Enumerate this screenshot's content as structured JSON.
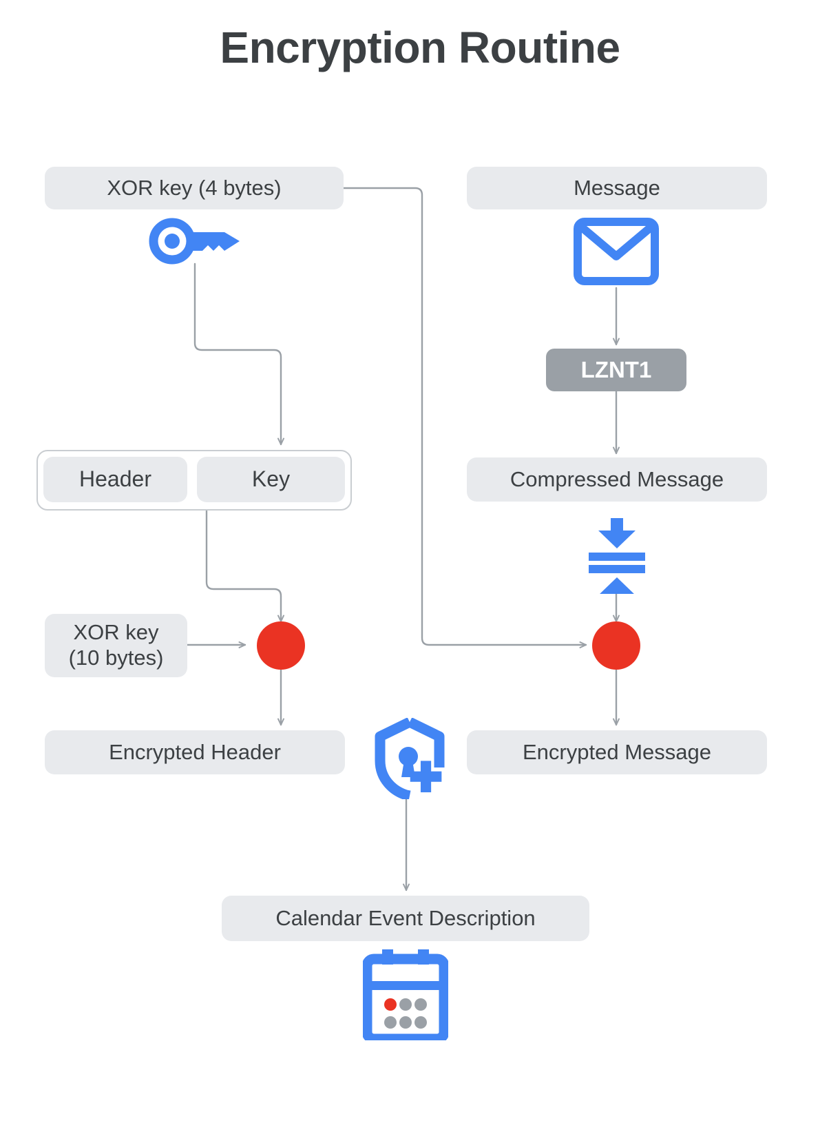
{
  "page": {
    "title": "Encryption Routine",
    "background": "#ffffff",
    "title_color": "#3c4043"
  },
  "colors": {
    "node_bg": "#e8eaed",
    "node_text": "#3c4043",
    "process_bg": "#9aa0a6",
    "process_text": "#ffffff",
    "icon_blue": "#4285f4",
    "marker_red": "#ea3323",
    "connector_gray": "#9aa0a6",
    "group_border": "#c9cdd1"
  },
  "nodes": {
    "xor_key_4": {
      "label": "XOR key (4 bytes)"
    },
    "message": {
      "label": "Message"
    },
    "lznt1": {
      "label": "LZNT1"
    },
    "compressed_message": {
      "label": "Compressed Message"
    },
    "header": {
      "label": "Header"
    },
    "key": {
      "label": "Key"
    },
    "xor_key_10": {
      "label": "XOR key\n(10 bytes)",
      "line1": "XOR key",
      "line2": "(10 bytes)"
    },
    "encrypted_header": {
      "label": "Encrypted Header"
    },
    "encrypted_message": {
      "label": "Encrypted Message"
    },
    "calendar_event": {
      "label": "Calendar Event Description"
    }
  },
  "icons": [
    {
      "name": "key-icon",
      "depicts": "key"
    },
    {
      "name": "envelope-icon",
      "depicts": "email message envelope"
    },
    {
      "name": "compress-icon",
      "depicts": "vertical compress arrows"
    },
    {
      "name": "shield-lock-add-icon",
      "depicts": "shield with keyhole and plus"
    },
    {
      "name": "calendar-icon",
      "depicts": "calendar with date dots"
    },
    {
      "name": "xor-operator-left",
      "depicts": "red circle xor operator"
    },
    {
      "name": "xor-operator-right",
      "depicts": "red circle xor operator"
    }
  ],
  "flow": [
    {
      "from": "xor_key_4",
      "to": "key"
    },
    {
      "from": "xor_key_4",
      "to": "xor-operator-right"
    },
    {
      "from": "message",
      "to": "lznt1"
    },
    {
      "from": "lznt1",
      "to": "compressed_message"
    },
    {
      "from": "compressed_message",
      "to": "xor-operator-right"
    },
    {
      "from": "header_key_group",
      "to": "xor-operator-left"
    },
    {
      "from": "xor_key_10",
      "to": "xor-operator-left"
    },
    {
      "from": "xor-operator-left",
      "to": "encrypted_header"
    },
    {
      "from": "xor-operator-right",
      "to": "encrypted_message"
    },
    {
      "from": "encrypted_outputs",
      "to": "calendar_event"
    }
  ]
}
